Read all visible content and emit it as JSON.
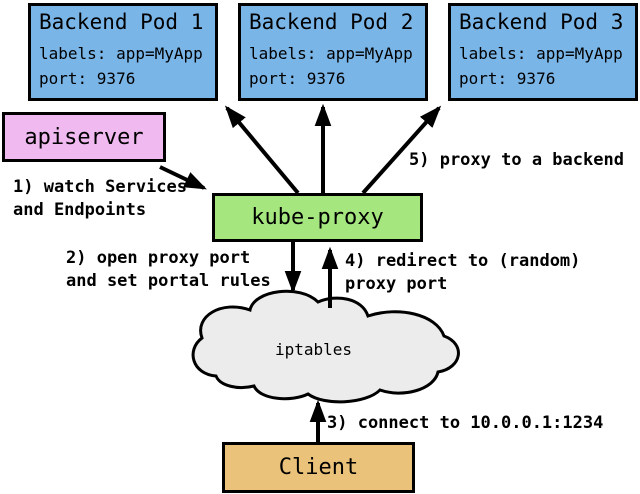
{
  "diagram": {
    "title_hint": "kube-proxy userspace proxy flow",
    "pods": [
      {
        "title": "Backend Pod 1",
        "labels": "labels: app=MyApp",
        "port": "port: 9376"
      },
      {
        "title": "Backend Pod 2",
        "labels": "labels: app=MyApp",
        "port": "port: 9376"
      },
      {
        "title": "Backend Pod 3",
        "labels": "labels: app=MyApp",
        "port": "port: 9376"
      }
    ],
    "apiserver": {
      "label": "apiserver"
    },
    "kube_proxy": {
      "label": "kube-proxy"
    },
    "iptables": {
      "label": "iptables"
    },
    "client": {
      "label": "Client"
    },
    "annotations": {
      "step1_line1": "1) watch Services",
      "step1_line2": "and Endpoints",
      "step2_line1": "2) open proxy port",
      "step2_line2": "and set portal rules",
      "step3": "3) connect to 10.0.0.1:1234",
      "step4_line1": "4) redirect to (random)",
      "step4_line2": "proxy port",
      "step5": "5) proxy to a backend"
    },
    "colors": {
      "pod_fill": "#7ab5e8",
      "apiserver_fill": "#f0b9f0",
      "kube_proxy_fill": "#a5e67f",
      "client_fill": "#ebc279",
      "cloud_fill": "#ececec",
      "outline": "#000000"
    }
  }
}
